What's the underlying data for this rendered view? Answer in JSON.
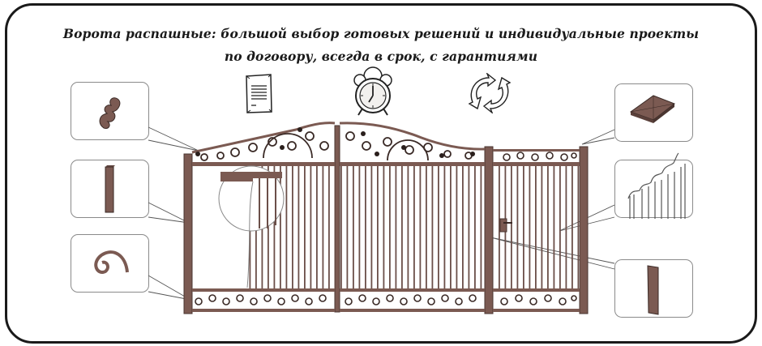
{
  "header": {
    "line1": "Ворота распашные: большой выбор готовых решений и индивидуальные проекты",
    "line2": "по договору, всегда в срок, с гарантиями"
  },
  "icons": [
    {
      "name": "document-icon",
      "meaning": "contract"
    },
    {
      "name": "alarm-clock-icon",
      "meaning": "on time"
    },
    {
      "name": "refresh-arrows-icon",
      "meaning": "guarantee"
    }
  ],
  "callouts": {
    "left": [
      {
        "name": "callout-forged-leaf",
        "part": "forged leaf ornament"
      },
      {
        "name": "callout-profile-post",
        "part": "profile pipe post"
      },
      {
        "name": "callout-forged-curl",
        "part": "forged curl element"
      }
    ],
    "right": [
      {
        "name": "callout-post-cap",
        "part": "post cap"
      },
      {
        "name": "callout-pickets",
        "part": "vertical pickets"
      },
      {
        "name": "callout-flat-bar",
        "part": "flat bar"
      }
    ]
  },
  "colors": {
    "frame": "#7b5a52",
    "frame_dark": "#4a3530",
    "ornament": "#3a2a26",
    "border": "#1a1a1a"
  }
}
